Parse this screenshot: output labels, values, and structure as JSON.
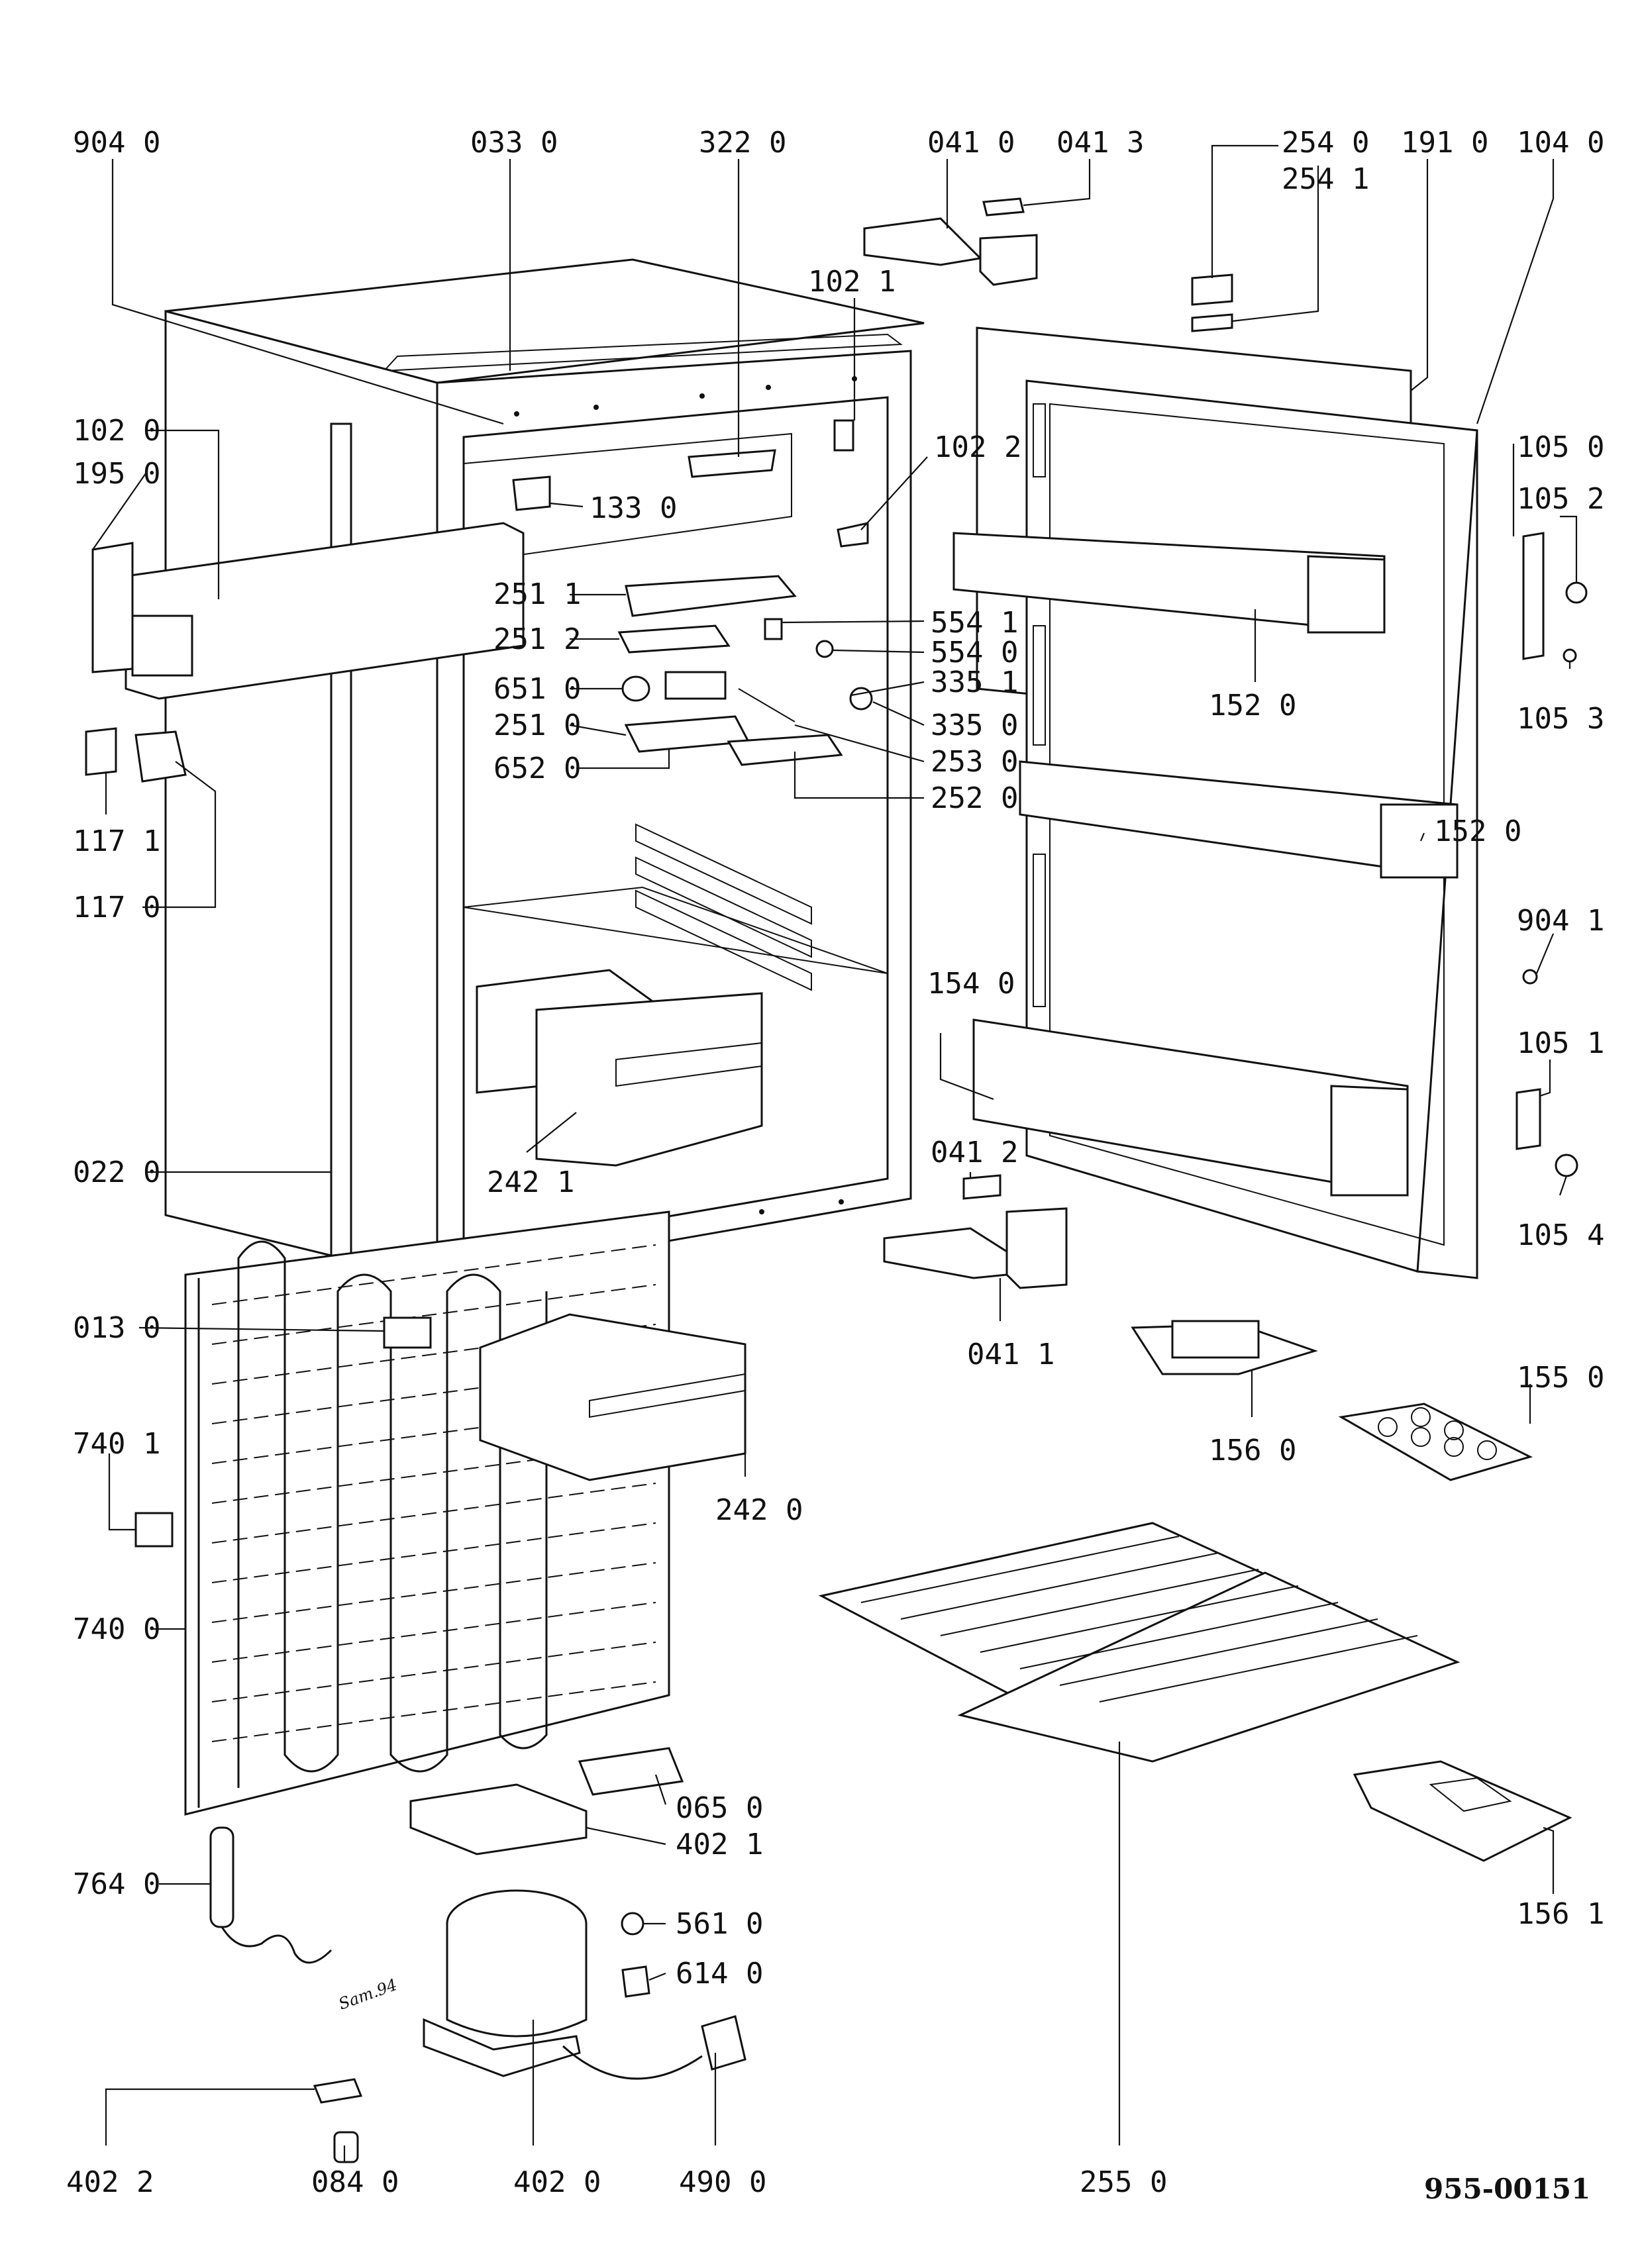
{
  "diagram": {
    "document_number": "955-00151",
    "signature": "Sam.94",
    "callouts": [
      {
        "id": "9040",
        "text": "904 0"
      },
      {
        "id": "0330",
        "text": "033 0"
      },
      {
        "id": "3220",
        "text": "322 0"
      },
      {
        "id": "0410",
        "text": "041 0"
      },
      {
        "id": "0413",
        "text": "041 3"
      },
      {
        "id": "2540",
        "text": "254 0"
      },
      {
        "id": "2541",
        "text": "254 1"
      },
      {
        "id": "1910",
        "text": "191 0"
      },
      {
        "id": "1040",
        "text": "104 0"
      },
      {
        "id": "1021",
        "text": "102 1"
      },
      {
        "id": "1020",
        "text": "102 0"
      },
      {
        "id": "1950",
        "text": "195 0"
      },
      {
        "id": "1022",
        "text": "102 2"
      },
      {
        "id": "1330",
        "text": "133 0"
      },
      {
        "id": "1050",
        "text": "105 0"
      },
      {
        "id": "1052",
        "text": "105 2"
      },
      {
        "id": "2511",
        "text": "251 1"
      },
      {
        "id": "5541",
        "text": "554 1"
      },
      {
        "id": "2512",
        "text": "251 2"
      },
      {
        "id": "5540",
        "text": "554 0"
      },
      {
        "id": "6510",
        "text": "651 0"
      },
      {
        "id": "3351",
        "text": "335 1"
      },
      {
        "id": "2510",
        "text": "251 0"
      },
      {
        "id": "3350",
        "text": "335 0"
      },
      {
        "id": "1520a",
        "text": "152 0"
      },
      {
        "id": "1053",
        "text": "105 3"
      },
      {
        "id": "6520",
        "text": "652 0"
      },
      {
        "id": "2530",
        "text": "253 0"
      },
      {
        "id": "2520",
        "text": "252 0"
      },
      {
        "id": "1171",
        "text": "117 1"
      },
      {
        "id": "1520b",
        "text": "152 0"
      },
      {
        "id": "1170",
        "text": "117 0"
      },
      {
        "id": "9041",
        "text": "904 1"
      },
      {
        "id": "1540",
        "text": "154 0"
      },
      {
        "id": "1051",
        "text": "105 1"
      },
      {
        "id": "0220",
        "text": "022 0"
      },
      {
        "id": "2421",
        "text": "242 1"
      },
      {
        "id": "0412",
        "text": "041 2"
      },
      {
        "id": "1054",
        "text": "105 4"
      },
      {
        "id": "0130",
        "text": "013 0"
      },
      {
        "id": "0411",
        "text": "041 1"
      },
      {
        "id": "1550",
        "text": "155 0"
      },
      {
        "id": "1560",
        "text": "156 0"
      },
      {
        "id": "7401",
        "text": "740 1"
      },
      {
        "id": "2420",
        "text": "242 0"
      },
      {
        "id": "7400",
        "text": "740 0"
      },
      {
        "id": "0650",
        "text": "065 0"
      },
      {
        "id": "4021",
        "text": "402 1"
      },
      {
        "id": "1561",
        "text": "156 1"
      },
      {
        "id": "7640",
        "text": "764 0"
      },
      {
        "id": "5610",
        "text": "561 0"
      },
      {
        "id": "6140",
        "text": "614 0"
      },
      {
        "id": "4022",
        "text": "402 2"
      },
      {
        "id": "0840",
        "text": "084 0"
      },
      {
        "id": "4020",
        "text": "402 0"
      },
      {
        "id": "4900",
        "text": "490 0"
      },
      {
        "id": "2550",
        "text": "255 0"
      }
    ]
  }
}
